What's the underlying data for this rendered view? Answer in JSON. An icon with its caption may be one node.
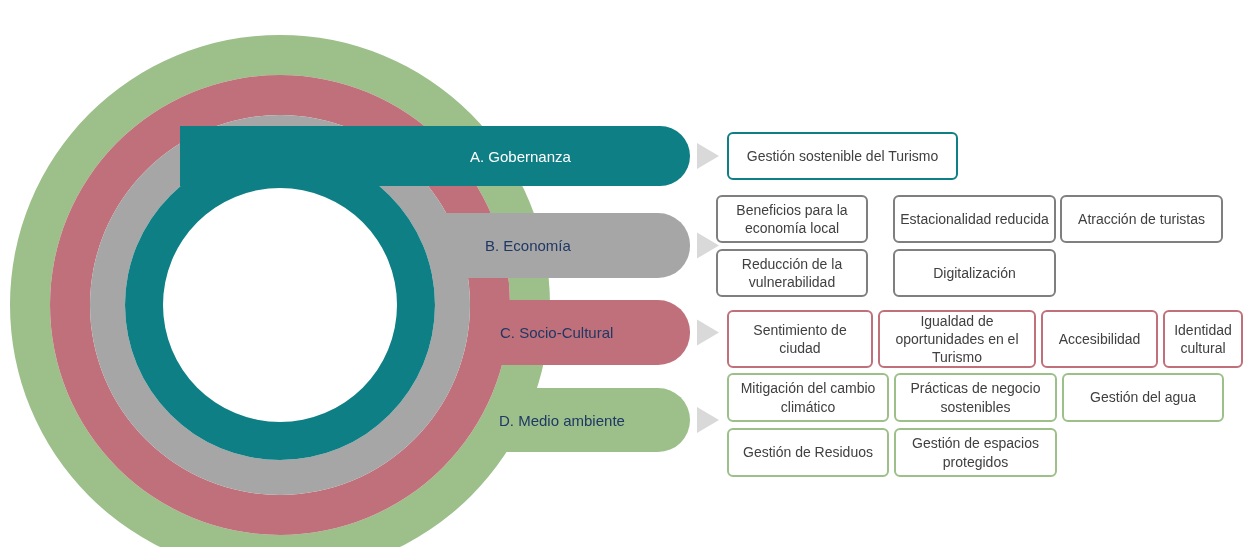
{
  "diagram": {
    "nodes": [
      {
        "text": [
          "A. Gobernanza"
        ]
      },
      {
        "text": [
          "Gestión sostenible del Turismo"
        ]
      },
      {
        "text": [
          "B. Economía"
        ]
      },
      {
        "text": [
          "Beneficios para la economía local"
        ]
      },
      {
        "text": [
          "Estacionalidad reducida"
        ]
      },
      {
        "text": [
          "Atracción de turistas"
        ]
      },
      {
        "text": [
          "Reducción de la vulnerabilidad"
        ]
      },
      {
        "text": [
          "Digitalización"
        ]
      },
      {
        "text": [
          "C. Socio-Cultural"
        ]
      },
      {
        "text": [
          "Sentimiento de ciudad"
        ]
      },
      {
        "text": [
          "Igualdad de oportunidades en el Turismo"
        ]
      },
      {
        "text": [
          "Accesibilidad"
        ]
      },
      {
        "text": [
          "Identidad cultural"
        ]
      },
      {
        "text": [
          "D. Medio ambiente"
        ]
      },
      {
        "text": [
          "Mitigación del cambio climático"
        ]
      },
      {
        "text": [
          "Prácticas de negocio sostenibles"
        ]
      },
      {
        "text": [
          "Gestión del agua"
        ]
      },
      {
        "text": [
          "Gestión de Residuos"
        ]
      },
      {
        "text": [
          "Gestión de espacios protegidos"
        ]
      }
    ],
    "edges": [
      {
        "from": 0,
        "to": 1,
        "arrow": "to"
      },
      {
        "from": 2,
        "to": 3,
        "arrow": "to"
      },
      {
        "from": 2,
        "to": 6,
        "arrow": "to"
      },
      {
        "from": 8,
        "to": 9,
        "arrow": "to"
      },
      {
        "from": 13,
        "to": 14,
        "arrow": "to"
      },
      {
        "from": 13,
        "to": 17,
        "arrow": "to"
      }
    ]
  }
}
